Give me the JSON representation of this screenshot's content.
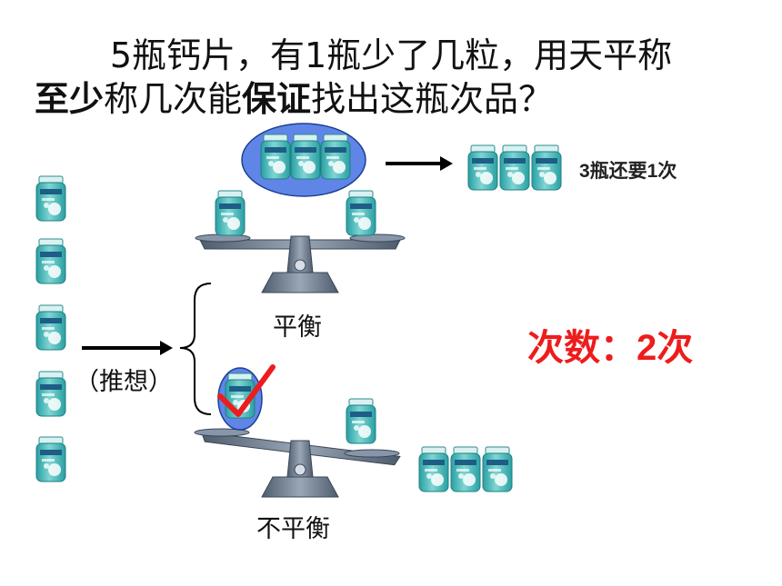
{
  "title": {
    "line1": "5瓶钙片，有1瓶少了几粒，用天平称",
    "line2_bold1": "至少",
    "line2_mid": "称几次能",
    "line2_bold2": "保证",
    "line2_end": "找出这瓶次品？"
  },
  "note_three_bottles": "3瓶还要1次",
  "label_guess": "（推想）",
  "label_balanced": "平衡",
  "label_unbalanced": "不平衡",
  "count_label": "次数：2次",
  "colors": {
    "accent_red": "#ee1c1c",
    "ellipse_fill": "#5f86e6",
    "bottle_teal": "#3ab0b2",
    "scale_gray": "#6f7f92"
  },
  "icons": [
    "bottle-icon",
    "scale-icon",
    "arrow-icon",
    "brace-icon",
    "check-icon"
  ]
}
